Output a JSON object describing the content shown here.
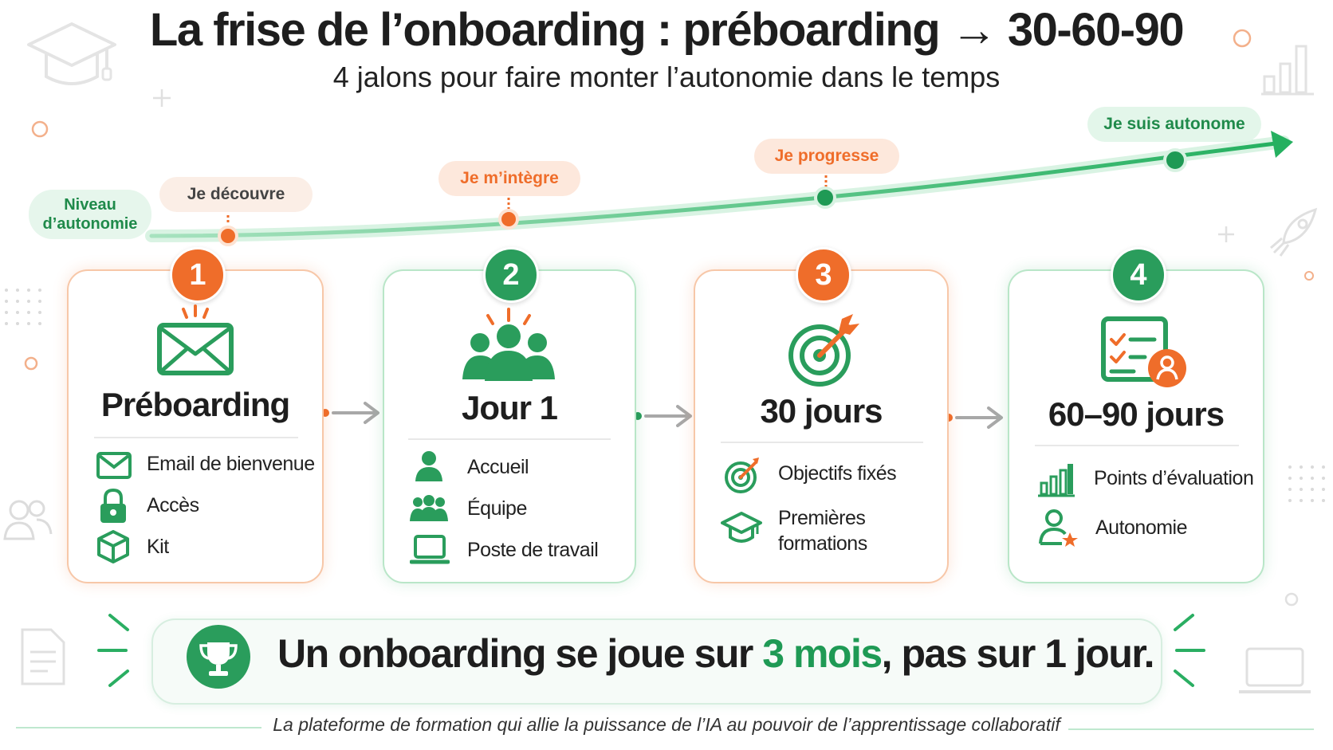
{
  "header": {
    "title": "La frise de l’onboarding : préboarding → 30-60-90",
    "subtitle": "4 jalons pour faire monter l’autonomie dans le temps"
  },
  "colors": {
    "green": "#2a9d5c",
    "orange": "#ef6d2a",
    "highlight_green": "#1f9a55"
  },
  "timeline": {
    "axis_label_line1": "Niveau",
    "axis_label_line2": "d’autonomie",
    "stages": [
      {
        "label": "Je découvre",
        "color": "neutral"
      },
      {
        "label": "Je m’intègre",
        "color": "orange"
      },
      {
        "label": "Je progresse",
        "color": "orange"
      },
      {
        "label": "Je suis autonome",
        "color": "green"
      }
    ]
  },
  "steps": [
    {
      "number": "1",
      "title": "Préboarding",
      "icon": "envelope-icon",
      "items": [
        {
          "icon": "mail-icon",
          "label": "Email de bienvenue"
        },
        {
          "icon": "lock-icon",
          "label": "Accès"
        },
        {
          "icon": "box-icon",
          "label": "Kit"
        }
      ]
    },
    {
      "number": "2",
      "title": "Jour 1",
      "icon": "team-icon",
      "items": [
        {
          "icon": "person-icon",
          "label": "Accueil"
        },
        {
          "icon": "group-icon",
          "label": "Équipe"
        },
        {
          "icon": "laptop-icon",
          "label": "Poste de travail"
        }
      ]
    },
    {
      "number": "3",
      "title": "30 jours",
      "icon": "target-icon",
      "items": [
        {
          "icon": "target-icon",
          "label": "Objectifs fixés"
        },
        {
          "icon": "graduation-cap-icon",
          "label": "Premières formations"
        }
      ]
    },
    {
      "number": "4",
      "title": "60–90 jours",
      "icon": "checklist-icon",
      "items": [
        {
          "icon": "bar-chart-icon",
          "label": "Points d’évaluation"
        },
        {
          "icon": "user-star-icon",
          "label": "Autonomie"
        }
      ]
    }
  ],
  "banner": {
    "text_before": "Un onboarding se joue sur ",
    "highlight": "3 mois",
    "text_after": ", pas sur 1 jour."
  },
  "footer": {
    "tagline": "La plateforme de formation qui allie la puissance de l’IA au pouvoir de l’apprentissage collaboratif"
  }
}
